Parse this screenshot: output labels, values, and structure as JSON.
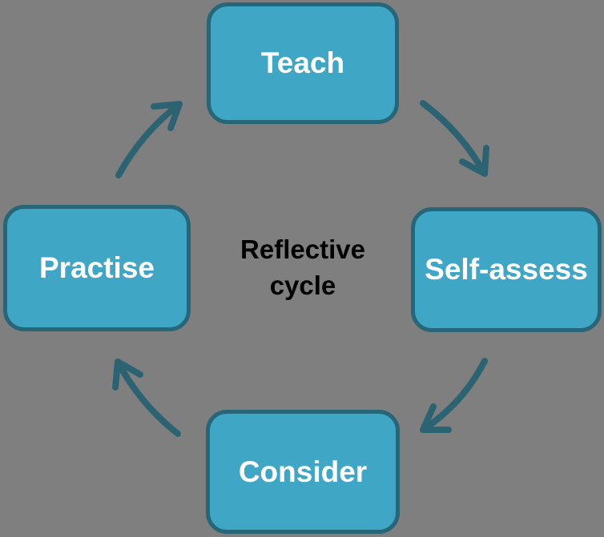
{
  "diagram": {
    "center_label": {
      "line1": "Reflective",
      "line2": "cycle"
    },
    "nodes": [
      {
        "id": "teach",
        "label": "Teach"
      },
      {
        "id": "self-assess",
        "label": "Self-assess"
      },
      {
        "id": "consider",
        "label": "Consider"
      },
      {
        "id": "practise",
        "label": "Practise"
      }
    ],
    "arrows": [
      {
        "from": "Teach",
        "to": "Self-assess"
      },
      {
        "from": "Self-assess",
        "to": "Consider"
      },
      {
        "from": "Consider",
        "to": "Practise"
      },
      {
        "from": "Practise",
        "to": "Teach"
      }
    ]
  },
  "colors": {
    "background": "#7F7F7F",
    "node_fill": "#3FA7C5",
    "node_border": "#266678",
    "node_text": "#FFFFFF",
    "arrow": "#2B6373",
    "title_text": "#000000"
  }
}
